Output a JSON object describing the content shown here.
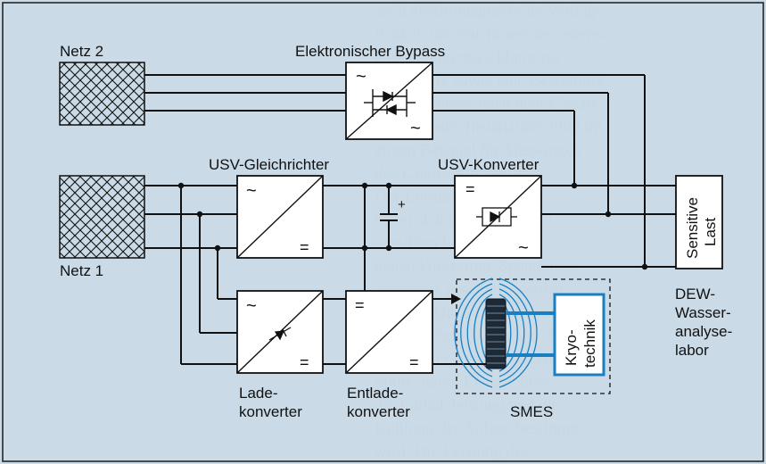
{
  "labels": {
    "netz2": "Netz 2",
    "netz1": "Netz 1",
    "bypass": "Elektronischer Bypass",
    "rectifier": "USV-Gleichrichter",
    "converter": "USV-Konverter",
    "sensitive_line1": "Sensitive",
    "sensitive_line2": "Last",
    "dew_lines": [
      "DEW-",
      "Wasser-",
      "analyse-",
      "labor"
    ],
    "charge_lines": [
      "Lade-",
      "konverter"
    ],
    "discharge_lines": [
      "Entlade-",
      "konverter"
    ],
    "smes": "SMES",
    "cryo_lines": [
      "Kryo-",
      "technik"
    ]
  },
  "symbols": {
    "ac": "~",
    "dc": "=",
    "plus": "+"
  },
  "colors": {
    "background": "#cfdde6",
    "line": "#111111",
    "smes_blue": "#1a7fc0",
    "cryo_blue": "#1a7fc0"
  },
  "background_text": [
    "auch elektromagnetische Verträg-",
    "lichkeit untersucht werden, ebenso",
    "eine Weiterentwicklung zur",
    "Serienreife sowie eine Bewertung",
    "der Ergebnisse nach dem Einsatz",
    "an der ersten Installation 2000 im",
    "einem Beispiel für Messungen",
    "des Labors durchgeführt.",
    "Der Einsatz eines SMES",
    "bietet sich für Kunden mit",
    "sensiblen Lasten an, die",
    "gegen kurzzeitige Spannungs-",
    "einbrüche geschützt werden",
    "müssen. Die Funktionsweise",
    "des Speichers beruht auf dem",
    "Prinzip der supraleitenden",
    "Spule, deren Energie über",
    "die Entladeleistung und die",
    "Kühlung der Anlage bestimmt",
    "wird. Die Leistung des",
    "Speichers ergibt sich aus"
  ]
}
